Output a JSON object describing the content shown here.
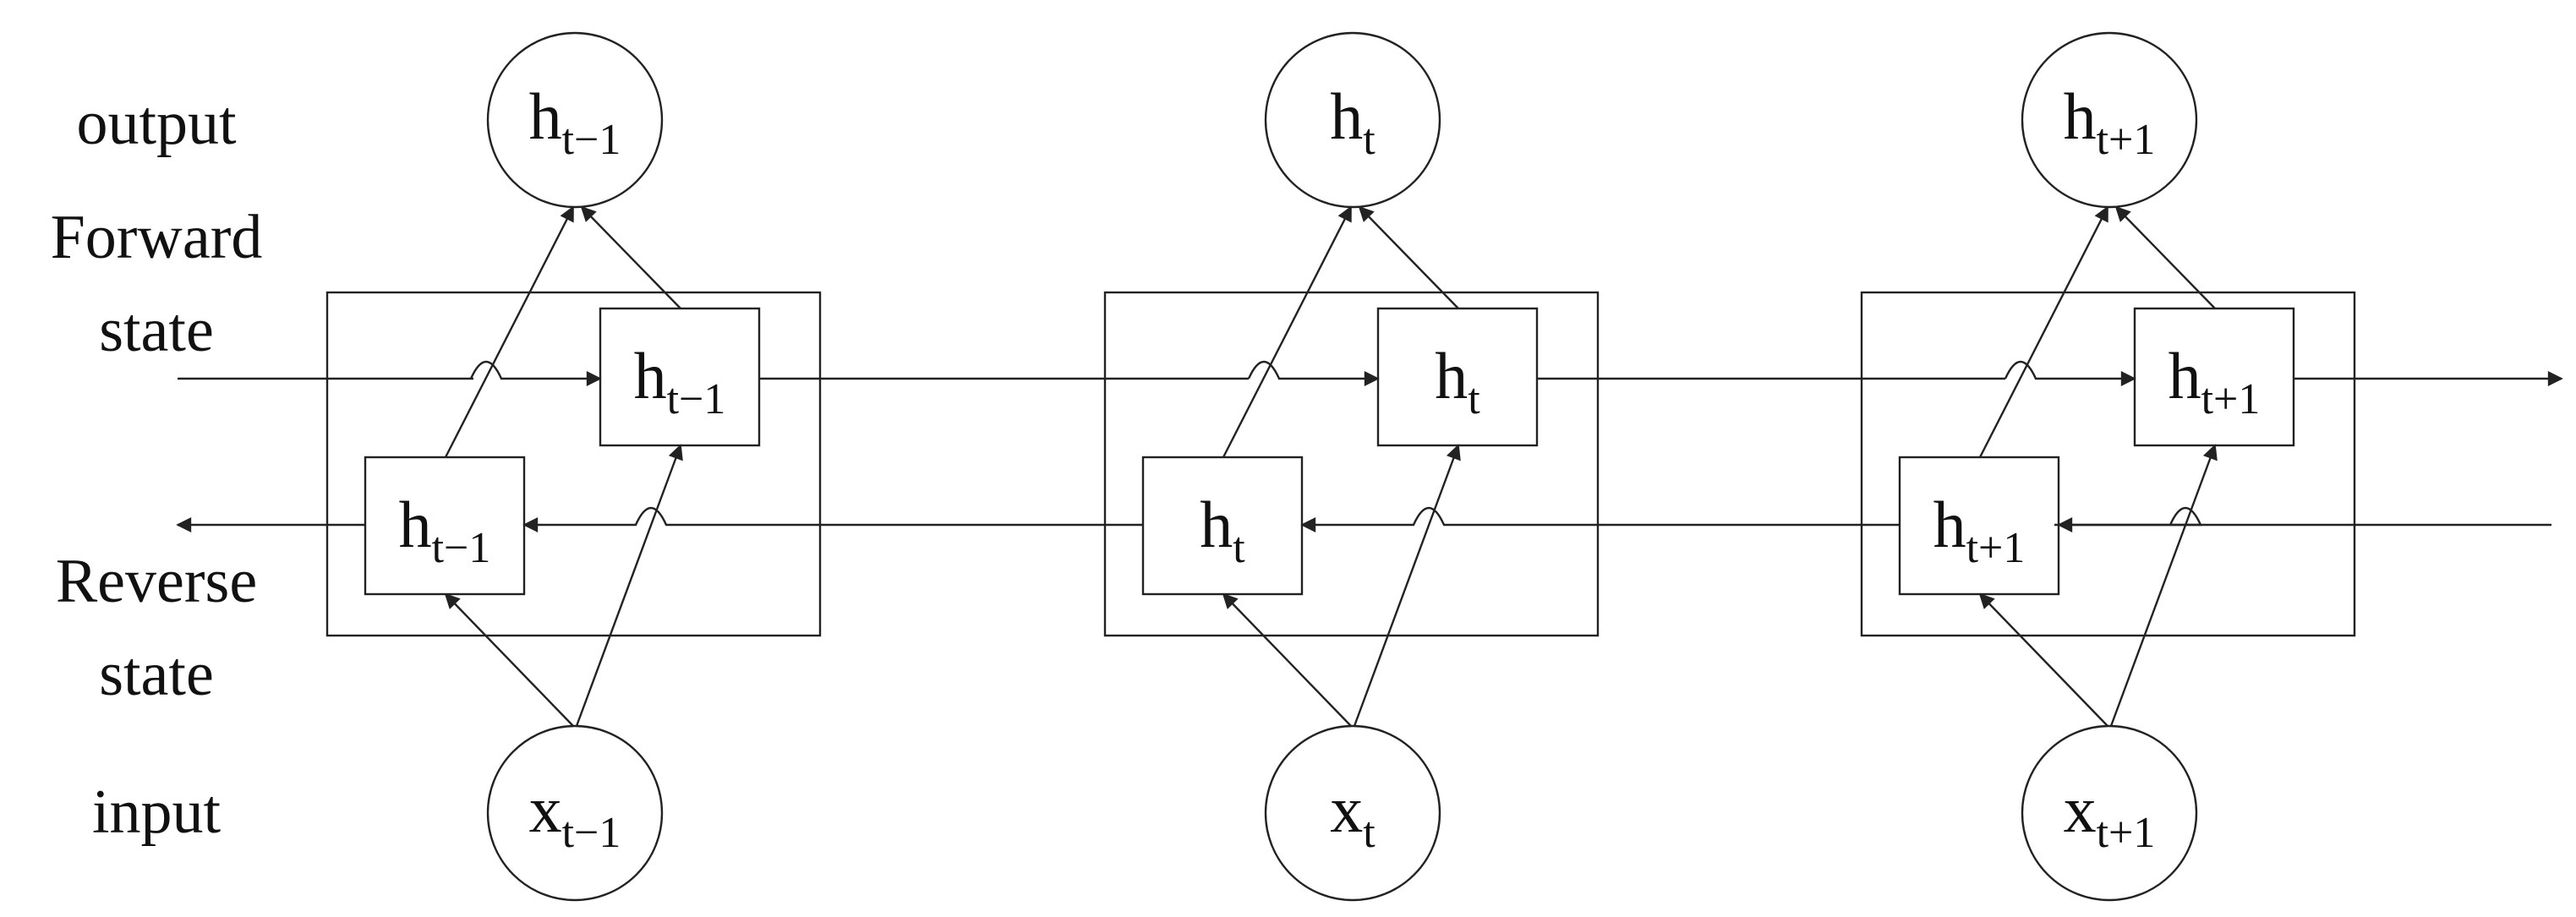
{
  "labels": {
    "output": "output",
    "forward_line1": "Forward",
    "forward_line2": "state",
    "reverse_line1": "Reverse",
    "reverse_line2": "state",
    "input": "input"
  },
  "steps": [
    {
      "output": {
        "base": "h",
        "sub": "t−1"
      },
      "forward": {
        "base": "h",
        "sub": "t−1"
      },
      "reverse": {
        "base": "h",
        "sub": "t−1"
      },
      "input": {
        "base": "x",
        "sub": "t−1"
      }
    },
    {
      "output": {
        "base": "h",
        "sub": "t"
      },
      "forward": {
        "base": "h",
        "sub": "t"
      },
      "reverse": {
        "base": "h",
        "sub": "t"
      },
      "input": {
        "base": "x",
        "sub": "t"
      }
    },
    {
      "output": {
        "base": "h",
        "sub": "t+1"
      },
      "forward": {
        "base": "h",
        "sub": "t+1"
      },
      "reverse": {
        "base": "h",
        "sub": "t+1"
      },
      "input": {
        "base": "x",
        "sub": "t+1"
      }
    }
  ],
  "colors": {
    "stroke": "#222222",
    "text": "#111111"
  }
}
